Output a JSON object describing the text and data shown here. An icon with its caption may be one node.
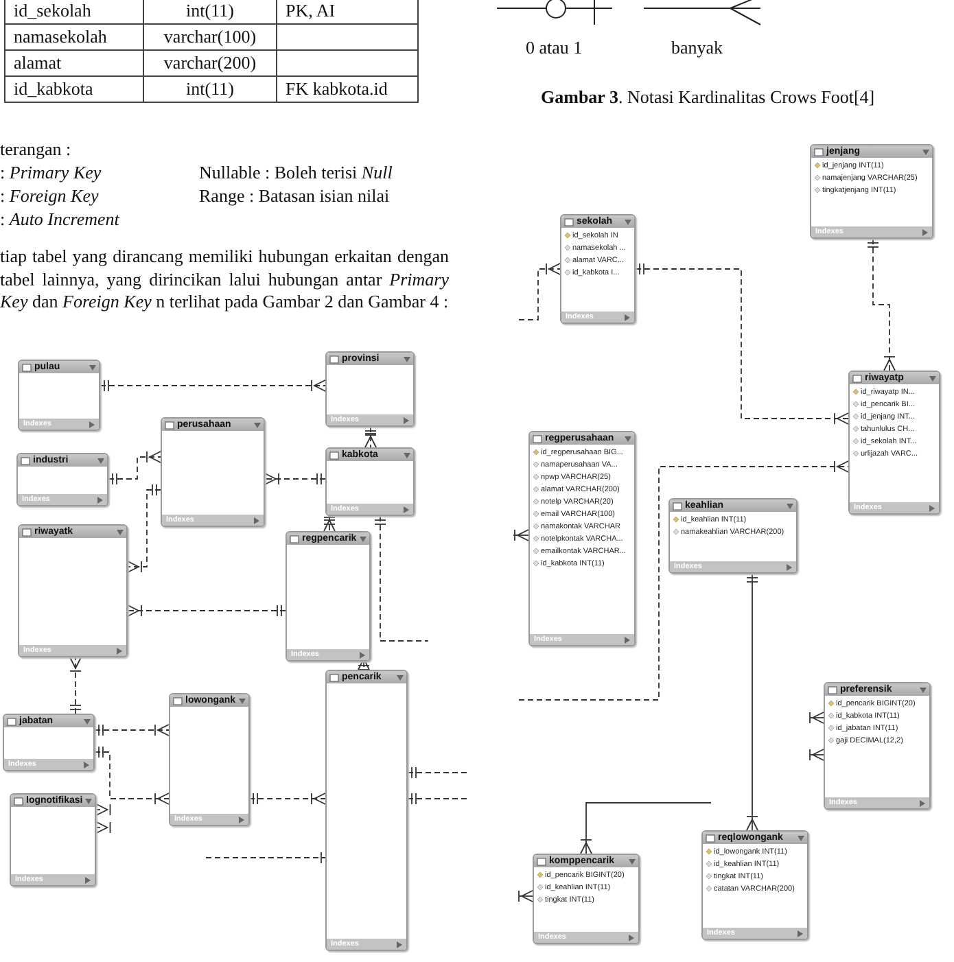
{
  "diagram": {
    "nodes": [
      {
        "text": [
          "pulau",
          "Indexes"
        ]
      },
      {
        "text": [
          "provinsi",
          "Indexes"
        ]
      },
      {
        "text": [
          "perusahaan",
          "Indexes"
        ]
      },
      {
        "text": [
          "kabkota",
          "Indexes"
        ]
      },
      {
        "text": [
          "industri",
          "Indexes"
        ]
      },
      {
        "text": [
          "riwayatk",
          "Indexes"
        ]
      },
      {
        "text": [
          "regpencarik",
          "Indexes"
        ]
      },
      {
        "text": [
          "pencarik",
          "Indexes"
        ]
      },
      {
        "text": [
          "lowongank",
          "Indexes"
        ]
      },
      {
        "text": [
          "jabatan",
          "Indexes"
        ]
      },
      {
        "text": [
          "lognotifikasi",
          "Indexes"
        ]
      },
      {
        "text": [
          "jenjang",
          "id_jenjang INT(11)",
          "namajenjang VARCHAR(25)",
          "tingkatjenjang INT(11)",
          "Indexes"
        ]
      },
      {
        "text": [
          "sekolah",
          "id_sekolah IN",
          "namasekolah ...",
          "alamat VARC...",
          "id_kabkota I...",
          "Indexes"
        ]
      },
      {
        "text": [
          "riwayatp",
          "id_riwayatp IN...",
          "id_pencarik BI...",
          "id_jenjang INT...",
          "tahunlulus CH...",
          "id_sekolah INT...",
          "urlijazah VARC...",
          "Indexes"
        ]
      },
      {
        "text": [
          "regperusahaan",
          "id_regperusahaan BIG...",
          "namaperusahaan VA...",
          "npwp VARCHAR(25)",
          "alamat VARCHAR(200)",
          "notelp VARCHAR(20)",
          "email VARCHAR(100)",
          "namakontak VARCHAR",
          "notelpkontak VARCHA...",
          "emailkontak VARCHAR...",
          "id_kabkota INT(11)",
          "Indexes"
        ]
      },
      {
        "text": [
          "keahlian",
          "id_keahlian INT(11)",
          "namakeahlian VARCHAR(200)",
          "Indexes"
        ]
      },
      {
        "text": [
          "preferensik",
          "id_pencarik BIGINT(20)",
          "id_kabkota INT(11)",
          "id_jabatan INT(11)",
          "gaji DECIMAL(12,2)",
          "Indexes"
        ]
      },
      {
        "text": [
          "reqlowongank",
          "id_lowongank INT(11)",
          "id_keahlian INT(11)",
          "tingkat INT(11)",
          "catatan VARCHAR(200)",
          "Indexes"
        ]
      },
      {
        "text": [
          "komppencarik",
          "id_pencarik BIGINT(20)",
          "id_keahlian INT(11)",
          "tingkat INT(11)",
          "Indexes"
        ]
      }
    ],
    "edges": [
      {
        "from": 0,
        "to": 1,
        "arrow": "other",
        "style": "dashed"
      },
      {
        "from": 1,
        "to": 3,
        "arrow": "other",
        "style": "dashed"
      },
      {
        "from": 4,
        "to": 2,
        "arrow": "other",
        "style": "dashed"
      },
      {
        "from": 2,
        "to": 5,
        "arrow": "other",
        "style": "dashed"
      },
      {
        "from": 3,
        "to": 2,
        "arrow": "other",
        "style": "dashed"
      },
      {
        "from": 3,
        "to": 6,
        "arrow": "other",
        "style": "dashed"
      },
      {
        "from": 3,
        "to": null,
        "arrow": "other",
        "style": "dashed"
      },
      {
        "from": 6,
        "to": 5,
        "arrow": "other",
        "style": "dashed"
      },
      {
        "from": 6,
        "to": 7,
        "arrow": "other",
        "style": "dashed"
      },
      {
        "from": 9,
        "to": 5,
        "arrow": "other",
        "style": "dashed"
      },
      {
        "from": 9,
        "to": 8,
        "arrow": "other",
        "style": "dashed"
      },
      {
        "from": 9,
        "to": 8,
        "arrow": "other",
        "style": "dashed"
      },
      {
        "from": 8,
        "to": 7,
        "arrow": "other",
        "style": "dashed"
      },
      {
        "from": null,
        "to": 7,
        "arrow": "other",
        "style": "dashed"
      },
      {
        "from": 7,
        "to": null,
        "arrow": "other",
        "style": "dashed"
      },
      {
        "from": 7,
        "to": null,
        "arrow": "other",
        "style": "dashed"
      },
      {
        "from": null,
        "to": 10,
        "arrow": "other"
      },
      {
        "from": null,
        "to": 10,
        "arrow": "other"
      },
      {
        "from": null,
        "to": 12,
        "arrow": "other",
        "style": "dashed"
      },
      {
        "from": 12,
        "to": 13,
        "arrow": "other",
        "style": "dashed"
      },
      {
        "from": 11,
        "to": 13,
        "arrow": "other",
        "style": "dashed"
      },
      {
        "from": null,
        "to": 13,
        "arrow": "other",
        "style": "dashed"
      },
      {
        "from": null,
        "to": 14,
        "arrow": "other"
      },
      {
        "from": 15,
        "to": 17,
        "arrow": "other"
      },
      {
        "from": null,
        "to": 18,
        "arrow": "other"
      },
      {
        "from": null,
        "to": 16,
        "arrow": "other"
      },
      {
        "from": null,
        "to": 16,
        "arrow": "other"
      },
      {
        "from": null,
        "to": 18,
        "arrow": "other"
      }
    ],
    "labels": [
      "id_sekolah",
      "int(11)",
      "PK, AI",
      "namasekolah",
      "varchar(100)",
      "alamat",
      "varchar(200)",
      "id_kabkota",
      "int(11)",
      "FK kabkota.id",
      "terangan :",
      ": *Primary Key*",
      "Nullable : Boleh terisi *Null*",
      ": *Foreign Key*",
      "Range : Batasan isian nilai",
      ": *Auto Increment*",
      "tiap tabel yang dirancang memiliki hubungan erkaitan dengan tabel lainnya, yang dirincikan lalui hubungan antar *Primary Key* dan *Foreign Key* n terlihat pada Gambar 2 dan Gambar 4 :",
      "0 atau 1",
      "banyak",
      "**Gambar 3**. Notasi Kardinalitas Crows Foot[4]"
    ]
  }
}
